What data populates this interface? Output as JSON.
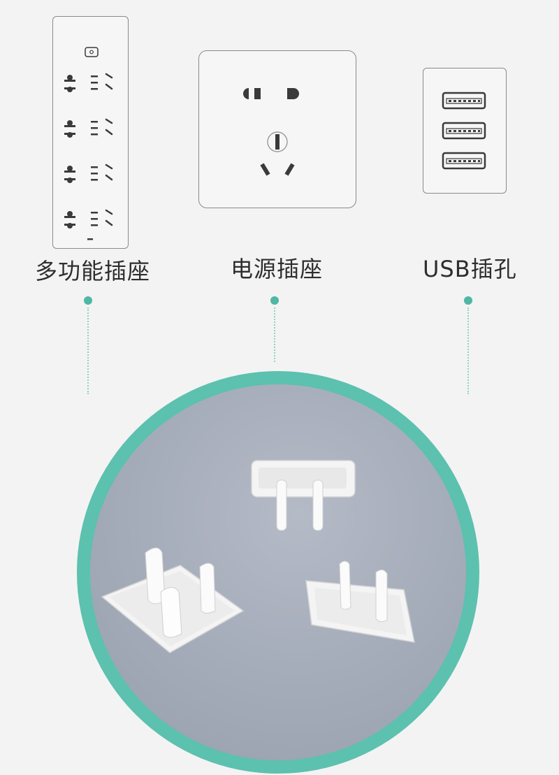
{
  "sections": [
    {
      "id": "power-strip",
      "label": "多功能插座",
      "icon": "power-strip-icon"
    },
    {
      "id": "wall-socket",
      "label": "电源插座",
      "icon": "wall-socket-icon"
    },
    {
      "id": "usb-port",
      "label": "USB插孔",
      "icon": "usb-port-icon"
    }
  ],
  "photo": {
    "subject": "white-outlet-cover-plugs",
    "ring_color": "#5cc1ae",
    "bg_color": "#a6adba"
  },
  "colors": {
    "accent": "#4fb7a3",
    "dotted_line": "#8fd3c4",
    "outline": "#8a8a8a",
    "glyph": "#3a3a3a"
  }
}
